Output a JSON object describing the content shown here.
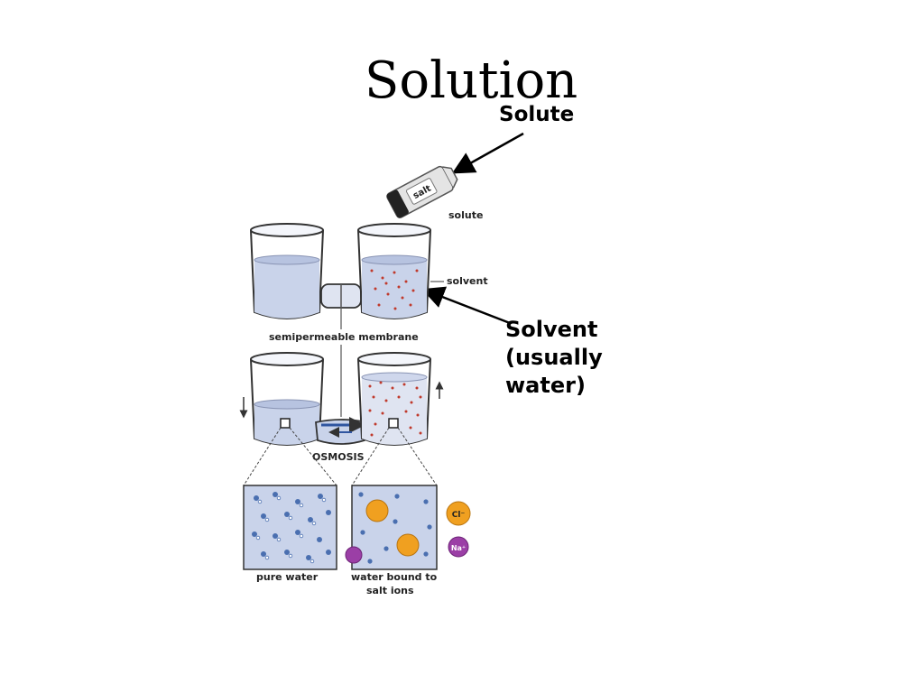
{
  "slide": {
    "title": "Solution"
  },
  "callouts": {
    "solute": "Solute",
    "solvent_lines": [
      "Solvent",
      "(usually",
      "water)"
    ]
  },
  "diagram": {
    "labels": {
      "solute": "solute",
      "solvent": "solvent",
      "membrane": "semipermeable membrane",
      "osmosis": "OSMOSIS",
      "pure_water": "pure water",
      "bound_line1": "water bound to",
      "bound_line2": "salt ions",
      "salt": "salt",
      "chloride": "Cl⁻",
      "sodium": "Na⁺"
    },
    "colors": {
      "water": "#c9d3ea",
      "particle": "#c0392b",
      "chloride_ion": "#f0a020",
      "sodium_ion": "#9b3fa6",
      "water_molecule": "#4a6fb0",
      "arrow": "#2f55a0"
    }
  }
}
